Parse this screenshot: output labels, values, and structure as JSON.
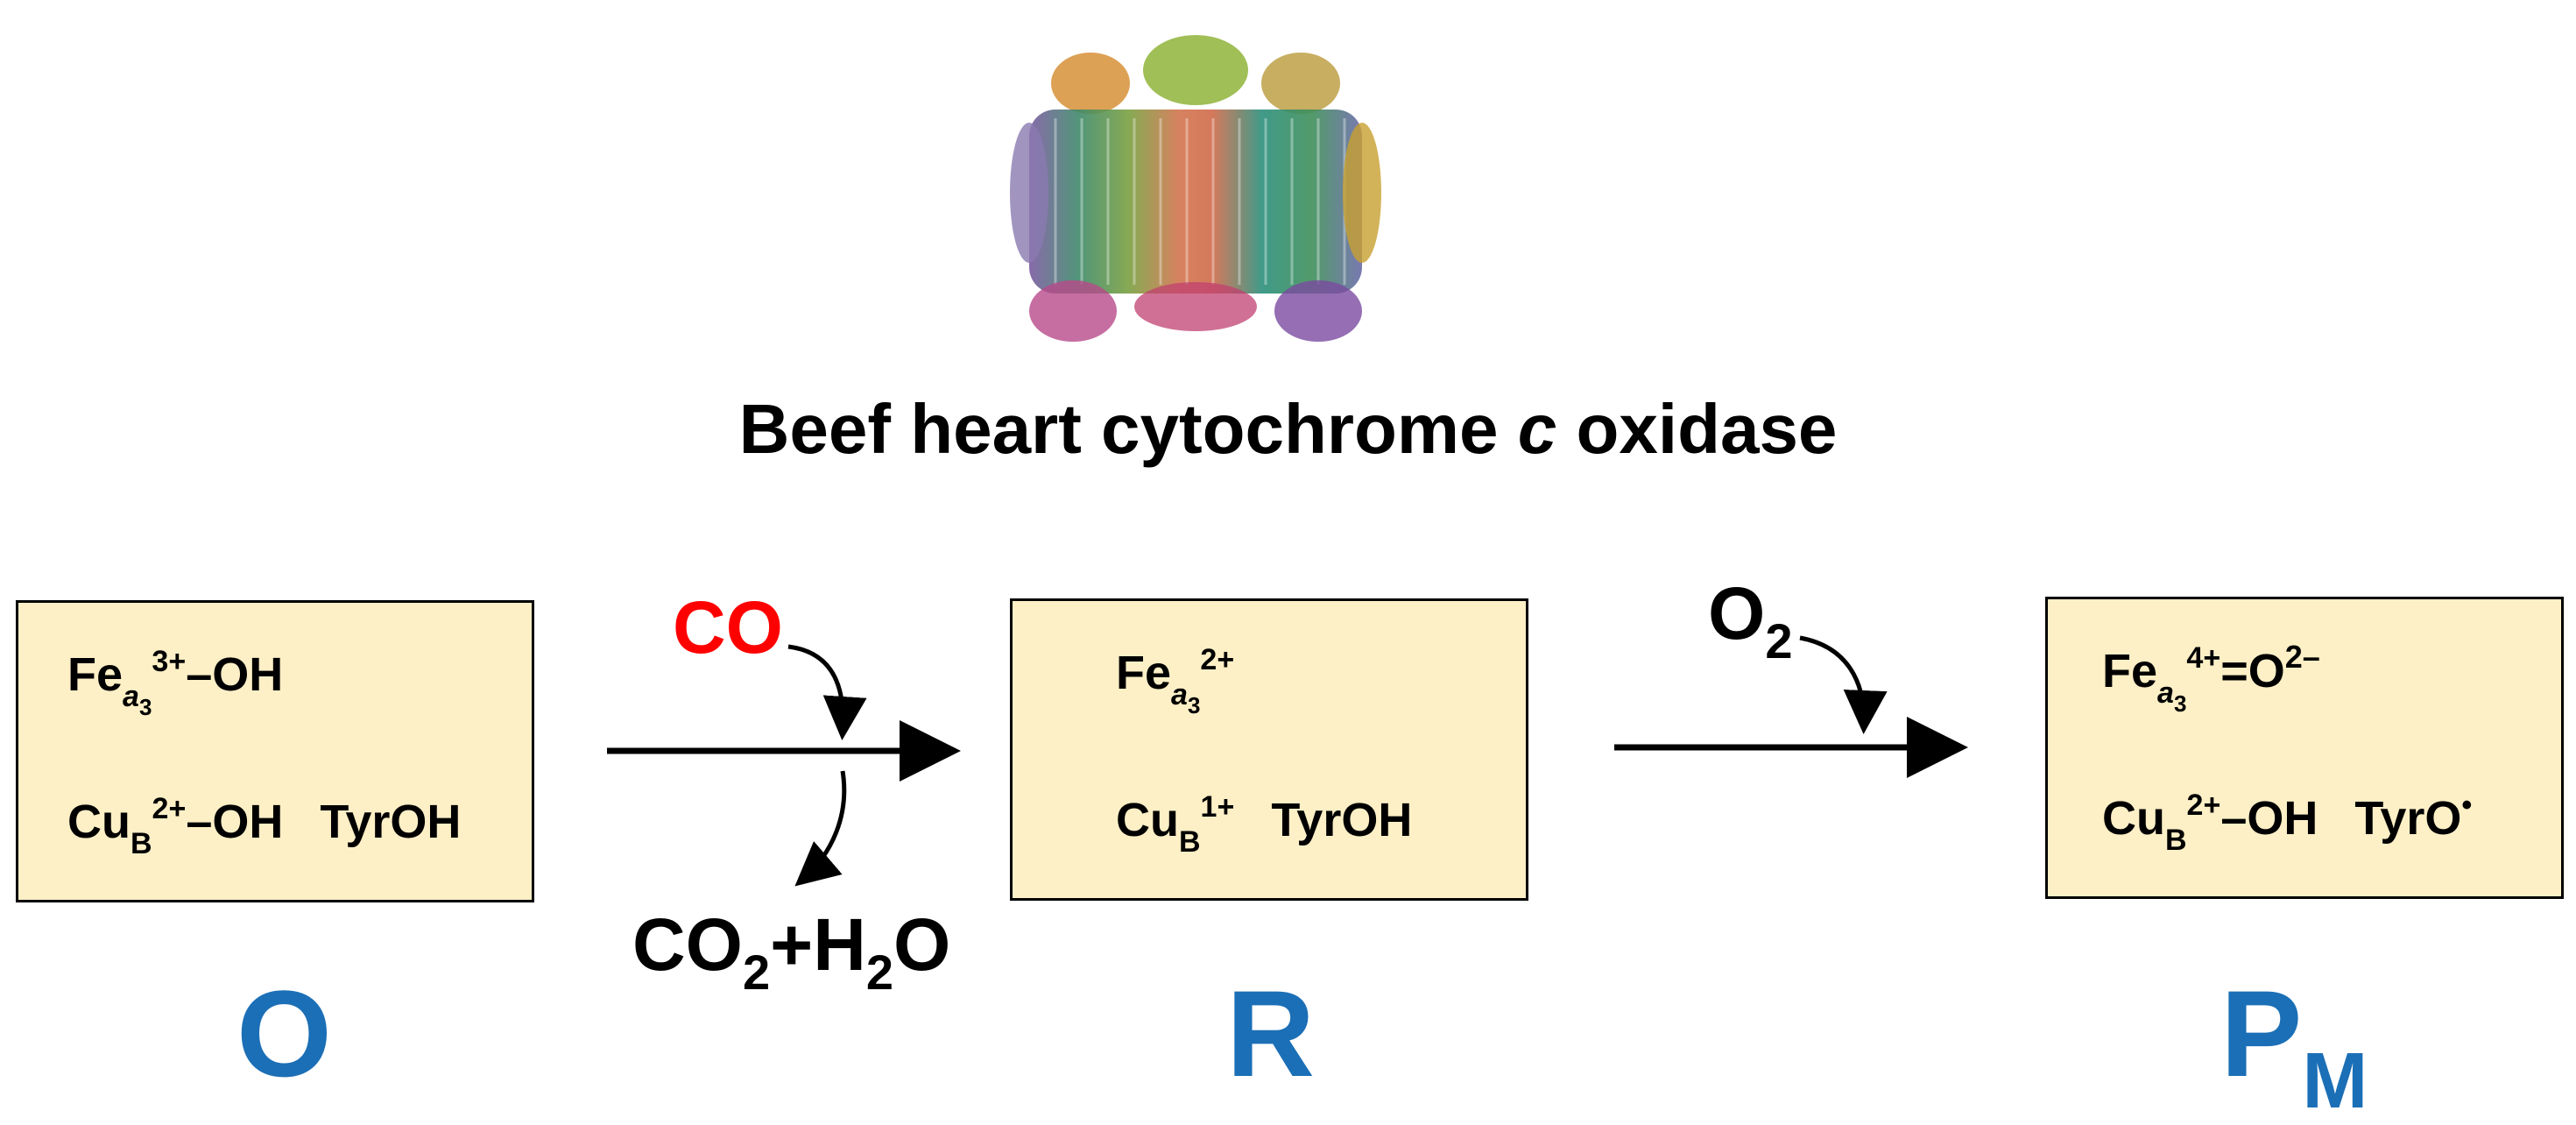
{
  "title": {
    "before": "Beef heart cytochrome ",
    "italic": "c",
    "after": " oxidase"
  },
  "protein_image": {
    "description": ""
  },
  "states": [
    {
      "label": "O",
      "line1": {
        "el": "Fe",
        "sub_a": "a",
        "sub_3": "3",
        "charge": "3+",
        "tail": "–OH"
      },
      "line2": {
        "el": "Cu",
        "sub": "B",
        "charge": "2+",
        "tail": "–OH",
        "tyr": "TyrOH"
      }
    },
    {
      "label": "R",
      "line1": {
        "el": "Fe",
        "sub_a": "a",
        "sub_3": "3",
        "charge": "2+",
        "tail": ""
      },
      "line2": {
        "el": "Cu",
        "sub": "B",
        "charge": "1+",
        "tail": "",
        "tyr": "TyrOH"
      }
    },
    {
      "label": "P",
      "label_sub": "M",
      "line1": {
        "el": "Fe",
        "sub_a": "a",
        "sub_3": "3",
        "charge": "4+",
        "tail": "=O",
        "tail_sup": "2–"
      },
      "line2": {
        "el": "Cu",
        "sub": "B",
        "charge": "2+",
        "tail": "–OH",
        "tyr": "TyrO",
        "radical": "•"
      }
    }
  ],
  "reagents": {
    "co": "CO",
    "co_color": "#ff0000",
    "o2_main": "O",
    "o2_sub": "2",
    "products": {
      "a": "CO",
      "a_sub": "2",
      "plus": "+H",
      "b_sub": "2",
      "c": "O"
    }
  },
  "colors": {
    "box_fill": "#fdefc6",
    "state_label": "#1b6fb6"
  }
}
